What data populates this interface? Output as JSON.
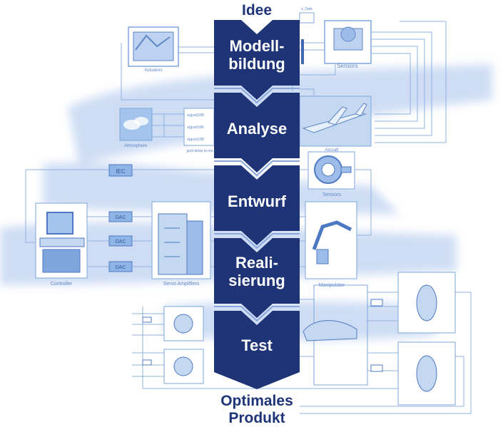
{
  "top_label": "Idee",
  "stages": [
    {
      "line1": "Modell-",
      "line2": "bildung"
    },
    {
      "line1": "Analyse",
      "line2": ""
    },
    {
      "line1": "Entwurf",
      "line2": ""
    },
    {
      "line1": "Reali-",
      "line2": "sierung"
    },
    {
      "line1": "Test",
      "line2": ""
    }
  ],
  "bottom_label": {
    "line1": "Optimales",
    "line2": "Produkt"
  },
  "background_captions": {
    "actuators": "Actuators",
    "sensors_top": "Sensors",
    "atmosphere": "Atmosphere",
    "gust_delay": "gust delay to rea",
    "aircraft": "Aircraft",
    "sensors_mid": "Sensors",
    "controller": "Controller",
    "servo": "Servo Amplifiers",
    "manipulator": "Manipulator",
    "iec": "IEC",
    "dac": "DAC",
    "tank": "x_Tank",
    "agust": [
      "a(gust)180",
      "a(gust)186",
      "a(gust)188"
    ]
  },
  "colors": {
    "stage": "#1f3477",
    "bg_diagram": "#5f86c6",
    "bg_wash": "#a9c3ec"
  }
}
